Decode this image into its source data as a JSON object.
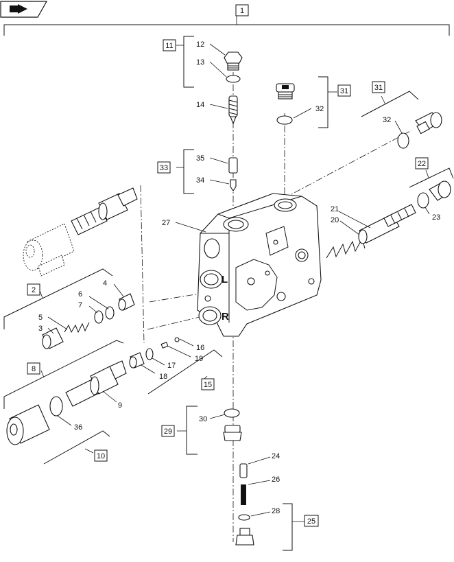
{
  "assembly_ref": "1",
  "nav_icon": "book-arrow-icon",
  "body_letters": {
    "left_port": "L",
    "right_port": "R"
  },
  "callouts": [
    {
      "id": "c12",
      "text": "12"
    },
    {
      "id": "c13",
      "text": "13"
    },
    {
      "id": "c14",
      "text": "14"
    },
    {
      "id": "c35",
      "text": "35"
    },
    {
      "id": "c34",
      "text": "34"
    },
    {
      "id": "c27",
      "text": "27"
    },
    {
      "id": "c32a",
      "text": "32"
    },
    {
      "id": "c32b",
      "text": "32"
    },
    {
      "id": "c21",
      "text": "21"
    },
    {
      "id": "c20",
      "text": "20"
    },
    {
      "id": "c23",
      "text": "23"
    },
    {
      "id": "c4",
      "text": "4"
    },
    {
      "id": "c6",
      "text": "6"
    },
    {
      "id": "c7",
      "text": "7"
    },
    {
      "id": "c5",
      "text": "5"
    },
    {
      "id": "c3",
      "text": "3"
    },
    {
      "id": "c16",
      "text": "16"
    },
    {
      "id": "c17",
      "text": "17"
    },
    {
      "id": "c19",
      "text": "19"
    },
    {
      "id": "c18",
      "text": "18"
    },
    {
      "id": "c9",
      "text": "9"
    },
    {
      "id": "c36",
      "text": "36"
    },
    {
      "id": "c30",
      "text": "30"
    },
    {
      "id": "c24",
      "text": "24"
    },
    {
      "id": "c26",
      "text": "26"
    },
    {
      "id": "c28",
      "text": "28"
    }
  ],
  "boxed_refs": [
    {
      "id": "b11",
      "text": "11"
    },
    {
      "id": "b31a",
      "text": "31"
    },
    {
      "id": "b31b",
      "text": "31"
    },
    {
      "id": "b33",
      "text": "33"
    },
    {
      "id": "b22",
      "text": "22"
    },
    {
      "id": "b2",
      "text": "2"
    },
    {
      "id": "b8",
      "text": "8"
    },
    {
      "id": "b15",
      "text": "15"
    },
    {
      "id": "b29",
      "text": "29"
    },
    {
      "id": "b10",
      "text": "10"
    },
    {
      "id": "b25",
      "text": "25"
    }
  ]
}
